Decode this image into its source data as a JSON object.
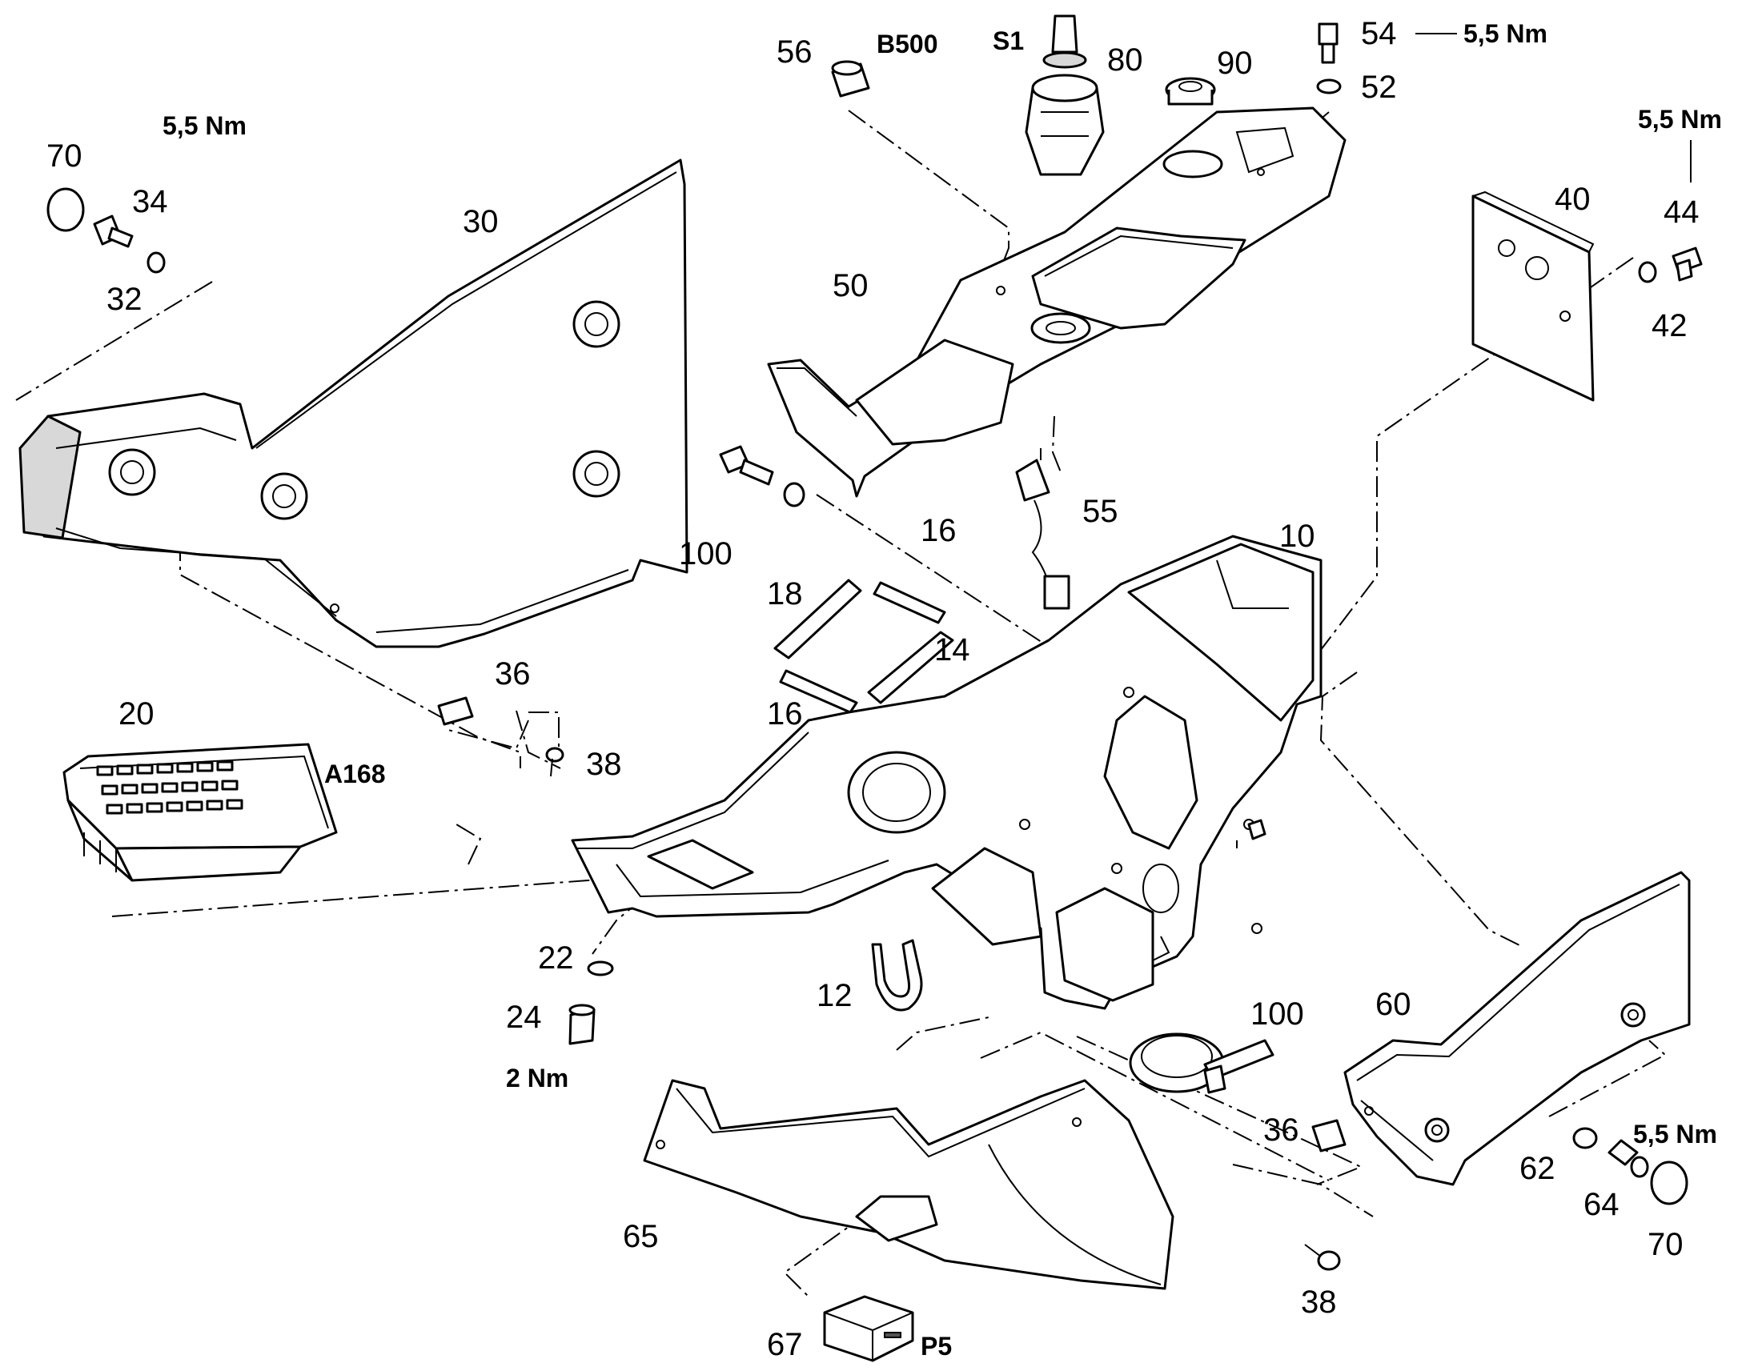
{
  "labels": {
    "p10": "10",
    "p12": "12",
    "p14": "14",
    "p16a": "16",
    "p16b": "16",
    "p18": "18",
    "p20": "20",
    "p22": "22",
    "p24": "24",
    "p30": "30",
    "p32": "32",
    "p34": "34",
    "p36a": "36",
    "p36b": "36",
    "p38a": "38",
    "p38b": "38",
    "p40": "40",
    "p42": "42",
    "p44": "44",
    "p50": "50",
    "p52": "52",
    "p54": "54",
    "p55": "55",
    "p56": "56",
    "p60": "60",
    "p62": "62",
    "p64": "64",
    "p65": "65",
    "p67": "67",
    "p70a": "70",
    "p70b": "70",
    "p80": "80",
    "p90": "90",
    "p100a": "100",
    "p100b": "100"
  },
  "designators": {
    "a168": "A168",
    "b500": "B500",
    "s1": "S1",
    "p5": "P5"
  },
  "torques": {
    "t34": "5,5 Nm",
    "t44": "5,5 Nm",
    "t54": "5,5 Nm",
    "t64": "5,5 Nm",
    "t24": "2 Nm"
  }
}
